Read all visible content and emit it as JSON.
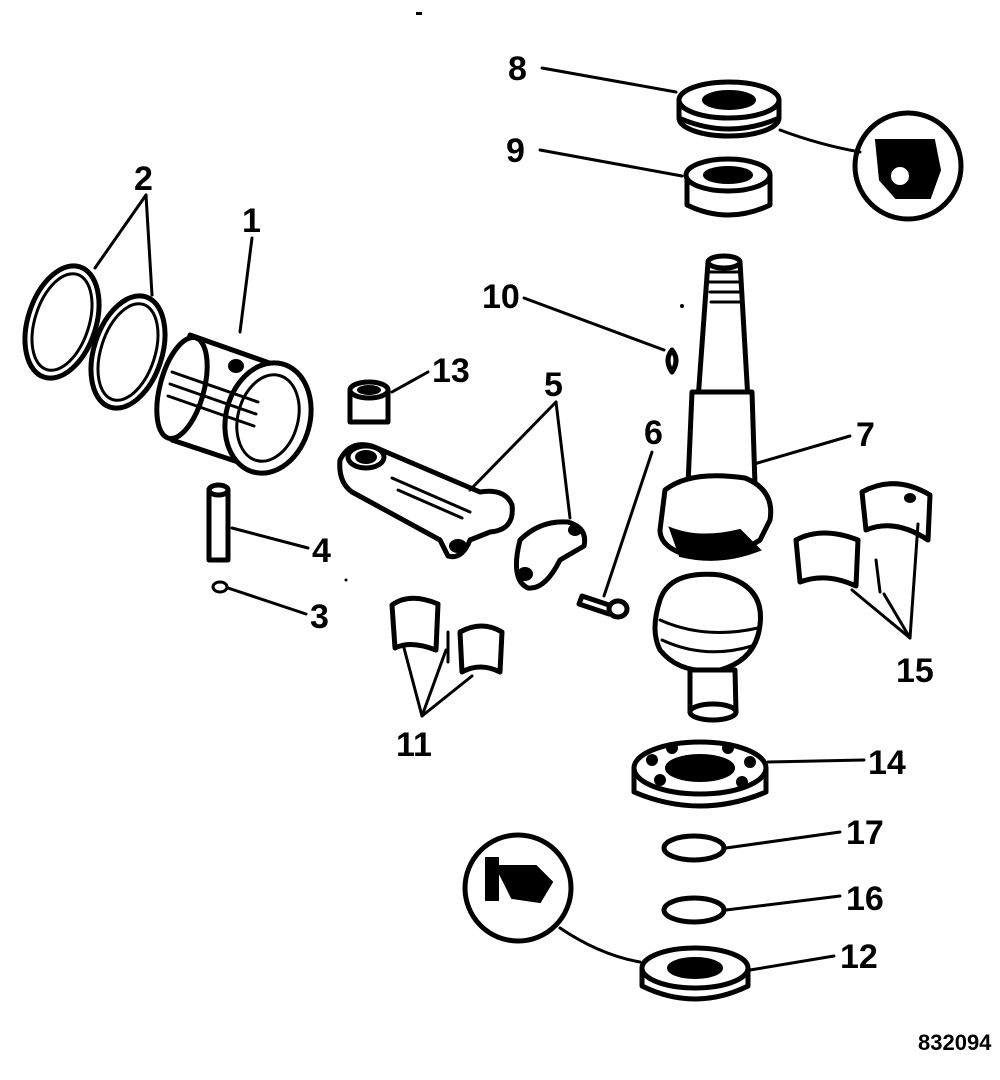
{
  "callouts": {
    "c1": "1",
    "c2": "2",
    "c3": "3",
    "c4": "4",
    "c5": "5",
    "c6": "6",
    "c7": "7",
    "c8": "8",
    "c9": "9",
    "c10": "10",
    "c11": "11",
    "c12": "12",
    "c13": "13",
    "c14": "14",
    "c15": "15",
    "c16": "16",
    "c17": "17"
  },
  "figure_id": "832094"
}
